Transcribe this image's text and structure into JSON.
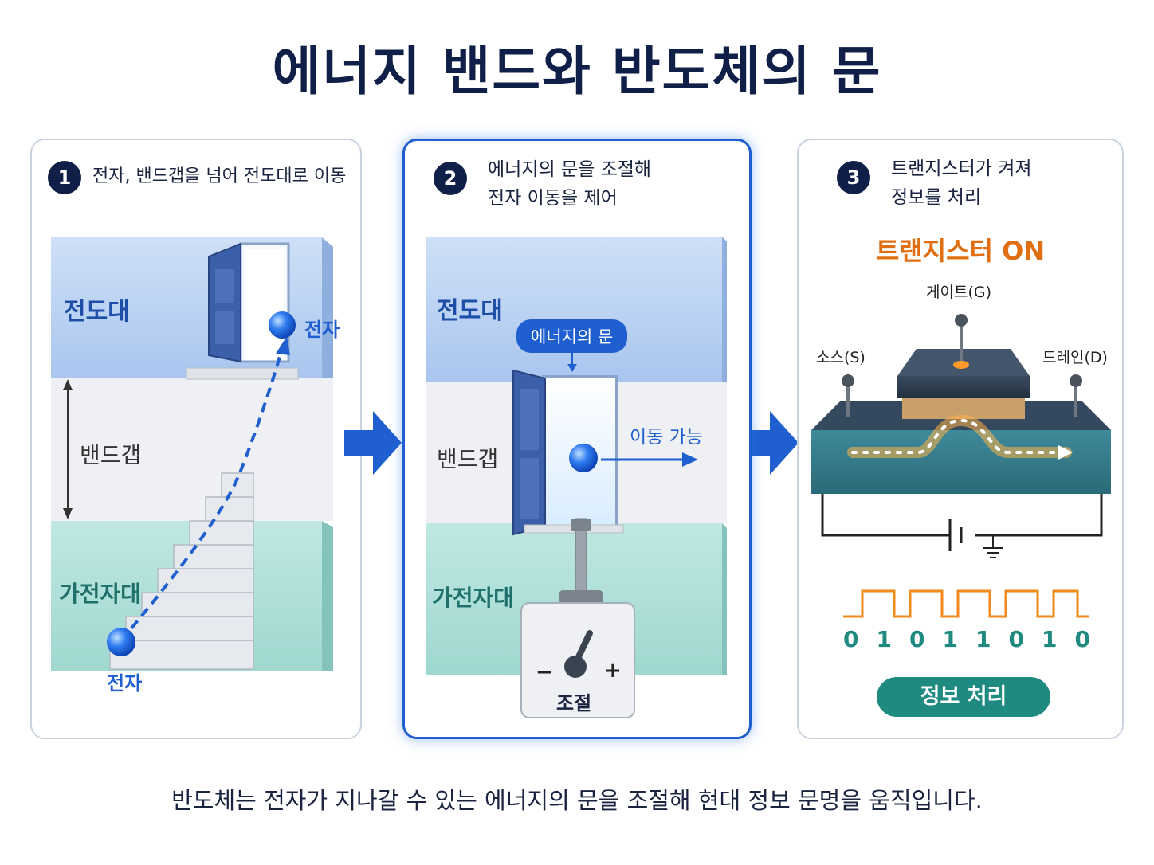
{
  "title": "에너지 밴드와 반도체의 문",
  "panel1": {
    "number": "1",
    "text": "전자, 밴드갭을 넘어 전도대로 이동",
    "conduction_label": "전도대",
    "bandgap_label": "밴드갭",
    "valence_label": "가전자대",
    "electron_top_label": "전자",
    "electron_bottom_label": "전자"
  },
  "panel2": {
    "number": "2",
    "text_line1": "에너지의 문을 조절해",
    "text_line2": "전자 이동을 제어",
    "conduction_label": "전도대",
    "door_label": "에너지의 문",
    "bandgap_label": "밴드갭",
    "valence_label": "가전자대",
    "move_label": "이동 가능",
    "minus": "−",
    "plus": "+",
    "control_label": "조절"
  },
  "panel3": {
    "number": "3",
    "text_line1": "트랜지스터가 켜져",
    "text_line2": "정보를 처리",
    "status": "트랜지스터 ON",
    "gate_label": "게이트(G)",
    "source_label": "소스(S)",
    "drain_label": "드레인(D)",
    "bits": [
      "0",
      "1",
      "0",
      "1",
      "1",
      "0",
      "1",
      "0"
    ],
    "button_label": "정보 처리"
  },
  "caption": "반도체는 전자가 지나갈 수 있는 에너지의 문을 조절해 현대 정보 문명을 움직입니다.",
  "colors": {
    "navy": "#0f1f47",
    "accent_blue": "#1f5fd0",
    "orange": "#f08a1c",
    "teal": "#1f8a80"
  }
}
